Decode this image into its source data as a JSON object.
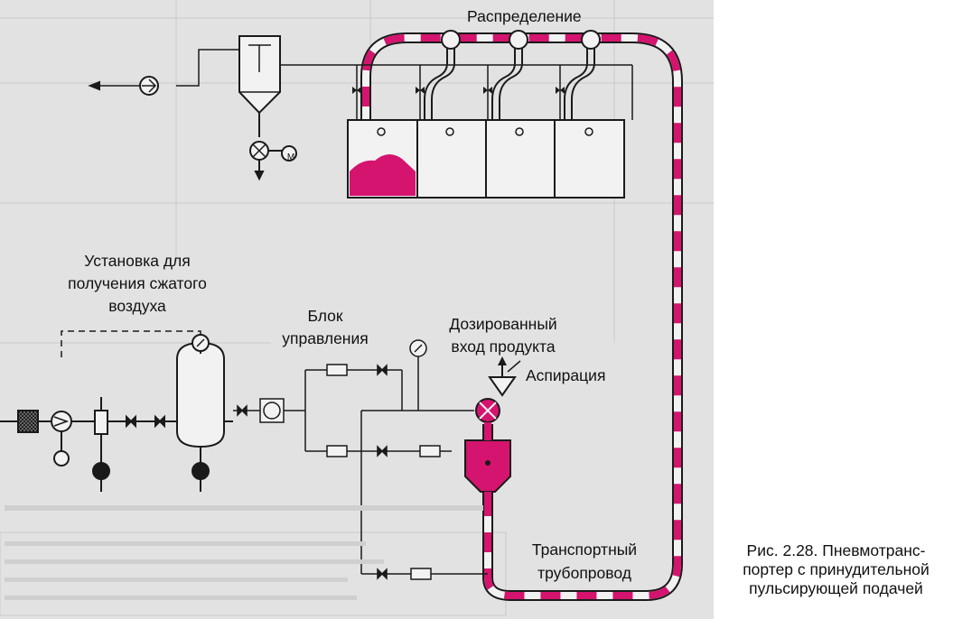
{
  "labels": {
    "distribution": "Распределение",
    "compressed_air_1": "Установка для",
    "compressed_air_2": "получения сжатого",
    "compressed_air_3": "воздуха",
    "control_unit_1": "Блок",
    "control_unit_2": "управления",
    "dosed_input_1": "Дозированный",
    "dosed_input_2": "вход продукта",
    "aspiration": "Аспирация",
    "transport_pipe_1": "Транспортный",
    "transport_pipe_2": "трубопровод"
  },
  "caption": {
    "line1": "Рис. 2.28. Пневмотранс-",
    "line2": "портер с принудительной",
    "line3": "пульсирующей подачей"
  },
  "symbols": {
    "motor": "M"
  },
  "colors": {
    "product": "#d4146e",
    "line": "#1a1a1a",
    "background": "#e2e2e2"
  },
  "icons": [
    "fan-icon",
    "motor-icon",
    "pressure-gauge-icon",
    "valve-icon",
    "rotary-feeder-icon",
    "filter-icon",
    "receiver-tank-icon"
  ]
}
